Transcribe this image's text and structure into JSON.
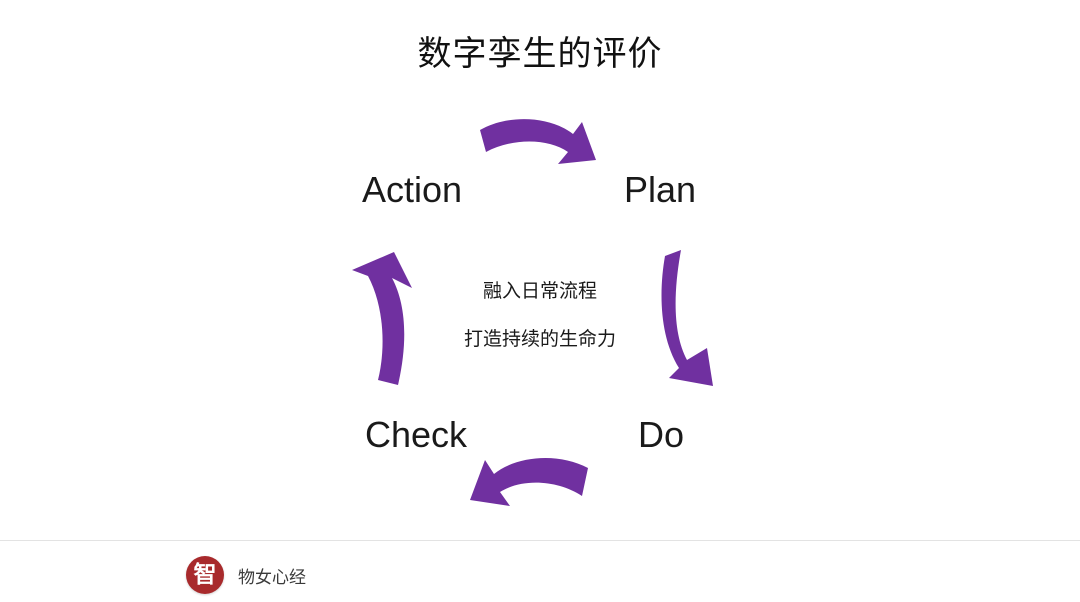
{
  "slide": {
    "title": "数字孪生的评价",
    "background_color": "#FFFFFF",
    "accent_color": "#7030A0"
  },
  "diagram": {
    "type": "pdca-cycle",
    "direction": "clockwise",
    "nodes": [
      {
        "id": "action",
        "label": "Action",
        "position": "top-left"
      },
      {
        "id": "plan",
        "label": "Plan",
        "position": "top-right"
      },
      {
        "id": "do",
        "label": "Do",
        "position": "bottom-right"
      },
      {
        "id": "check",
        "label": "Check",
        "position": "bottom-left"
      }
    ],
    "arrows": [
      {
        "id": "arrow-top",
        "from": "action",
        "to": "plan",
        "direction": "right",
        "color": "#7030A0"
      },
      {
        "id": "arrow-right",
        "from": "plan",
        "to": "do",
        "direction": "down",
        "color": "#7030A0"
      },
      {
        "id": "arrow-bottom",
        "from": "do",
        "to": "check",
        "direction": "left",
        "color": "#7030A0"
      },
      {
        "id": "arrow-left",
        "from": "check",
        "to": "action",
        "direction": "up",
        "color": "#7030A0"
      }
    ],
    "center_text": [
      "融入日常流程",
      "打造持续的生命力"
    ]
  },
  "footer": {
    "logo_glyph": "智",
    "logo_color": "#A82A2C",
    "brand_name": "物女心经"
  }
}
